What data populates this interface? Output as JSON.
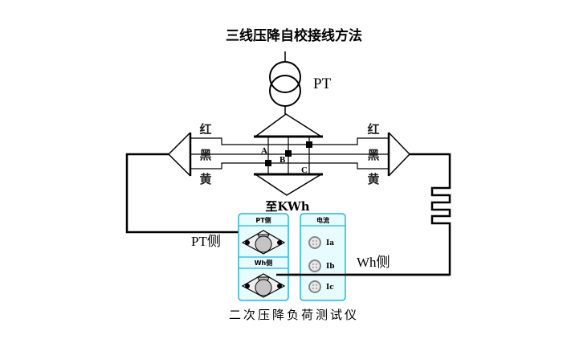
{
  "title": "三线压降自校接线方法",
  "pt_label": "PT",
  "wire_colors_left": [
    "红",
    "黑",
    "黄"
  ],
  "wire_colors_right": [
    "红",
    "黑",
    "黄"
  ],
  "phase_labels": [
    "A",
    "B",
    "C"
  ],
  "to_meter_label": "至KWh",
  "pt_side_label": "PT侧",
  "wh_side_label": "Wh侧",
  "instrument": {
    "caption": "二次压降负荷测试仪",
    "left_panel": {
      "pt_section_title": "PT侧",
      "wh_section_title": "Wh侧"
    },
    "right_panel": {
      "title": "电流",
      "channels": [
        "Ia",
        "Ib",
        "Ic"
      ]
    }
  },
  "colors": {
    "panel_fill": "#e8fbff",
    "panel_border": "#25b5d8",
    "connector_fill": "#c4c4c4",
    "line": "#000000"
  }
}
